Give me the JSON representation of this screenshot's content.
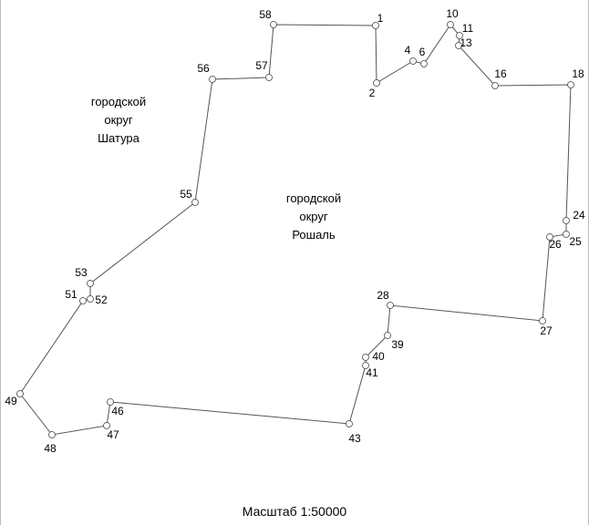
{
  "regions": {
    "outside": {
      "line1": "городской",
      "line2": "округ",
      "line3": "Шатура"
    },
    "inside": {
      "line1": "городской",
      "line2": "округ",
      "line3": "Рошаль"
    }
  },
  "scale": "Масштаб 1:50000",
  "colors": {
    "boundary": "#555555",
    "marker": "#444444",
    "label": "#000000"
  },
  "points": [
    {
      "id": "1",
      "label": "1"
    },
    {
      "id": "2",
      "label": "2"
    },
    {
      "id": "4",
      "label": "4"
    },
    {
      "id": "6",
      "label": "6"
    },
    {
      "id": "10",
      "label": "10"
    },
    {
      "id": "11",
      "label": "11"
    },
    {
      "id": "13",
      "label": "13"
    },
    {
      "id": "16",
      "label": "16"
    },
    {
      "id": "18",
      "label": "18"
    },
    {
      "id": "24",
      "label": "24"
    },
    {
      "id": "25",
      "label": "25"
    },
    {
      "id": "26",
      "label": "26"
    },
    {
      "id": "27",
      "label": "27"
    },
    {
      "id": "28",
      "label": "28"
    },
    {
      "id": "39",
      "label": "39"
    },
    {
      "id": "40",
      "label": "40"
    },
    {
      "id": "41",
      "label": "41"
    },
    {
      "id": "43",
      "label": "43"
    },
    {
      "id": "46",
      "label": "46"
    },
    {
      "id": "47",
      "label": "47"
    },
    {
      "id": "48",
      "label": "48"
    },
    {
      "id": "49",
      "label": "49"
    },
    {
      "id": "51",
      "label": "51"
    },
    {
      "id": "52",
      "label": "52"
    },
    {
      "id": "53",
      "label": "53"
    },
    {
      "id": "55",
      "label": "55"
    },
    {
      "id": "56",
      "label": "56"
    },
    {
      "id": "57",
      "label": "57"
    },
    {
      "id": "58",
      "label": "58"
    }
  ]
}
